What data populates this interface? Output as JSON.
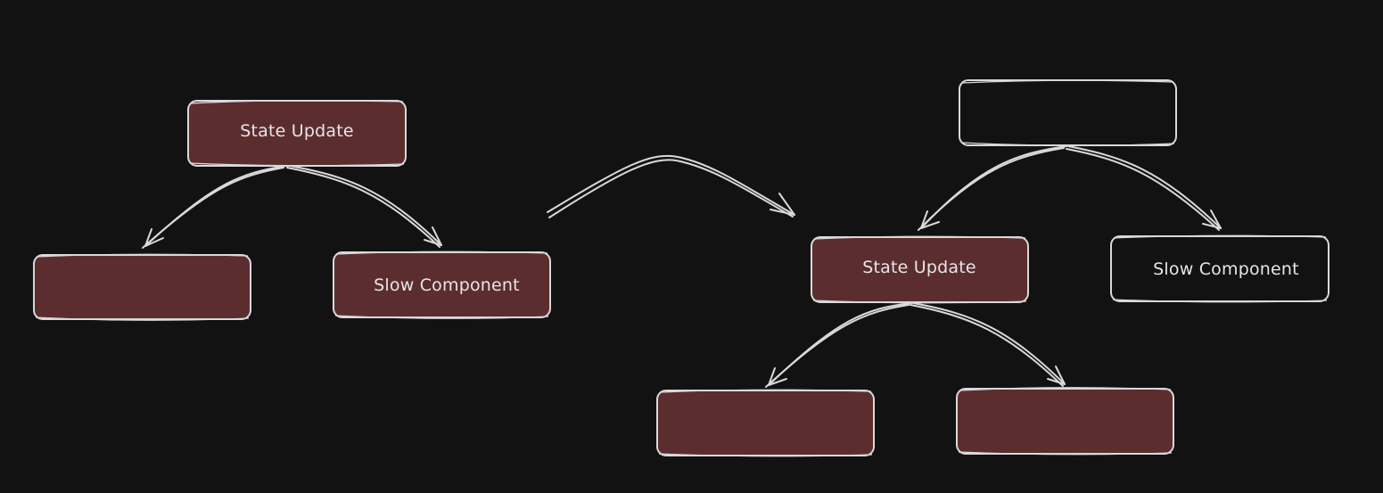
{
  "colors": {
    "background": "#121212",
    "stroke": "#d9d9d9",
    "fill_highlight": "#5c2d2f",
    "text": "#e6e6e6"
  },
  "left_tree": {
    "root": {
      "label": "State Update",
      "filled": true
    },
    "child_left": {
      "label": "",
      "filled": true
    },
    "child_right": {
      "label": "Slow Component",
      "filled": true
    }
  },
  "transition_arrow": {
    "direction": "left-to-right"
  },
  "right_tree": {
    "root": {
      "label": "",
      "filled": false
    },
    "child_left": {
      "label": "State Update",
      "filled": true
    },
    "child_right": {
      "label": "Slow Component",
      "filled": false
    },
    "grandchild_left": {
      "label": "",
      "filled": true
    },
    "grandchild_right": {
      "label": "",
      "filled": true
    }
  }
}
